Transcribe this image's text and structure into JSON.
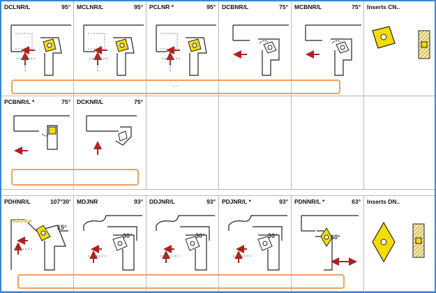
{
  "row1": [
    {
      "code": "DCLNR/L",
      "angle": "95°",
      "kind": "clamp-rhombic",
      "arrow": "left-up"
    },
    {
      "code": "MCLNR/L",
      "angle": "95°",
      "kind": "clamp-rhombic",
      "arrow": "left-up"
    },
    {
      "code": "PCLNR *",
      "angle": "95°",
      "kind": "clamp-rhombic",
      "arrow": "left-up"
    },
    {
      "code": "DCBNR/L",
      "angle": "75°",
      "kind": "clamp-75",
      "arrow": "left"
    },
    {
      "code": "MCBNR/L",
      "angle": "75°",
      "kind": "clamp-75",
      "arrow": "left"
    }
  ],
  "inserts_cn": {
    "label": "Inserts CN.."
  },
  "row1_box_text": "- -",
  "row2": [
    {
      "code": "PCBNR/L *",
      "angle": "75°",
      "kind": "boring-75",
      "arrow": "left"
    },
    {
      "code": "DCKNR/L",
      "angle": "75°",
      "kind": "boring-75k",
      "arrow": "up"
    }
  ],
  "row3": [
    {
      "code": "PDHNR/L",
      "angle": "107°30'",
      "kind": "profile-107",
      "arrow": "left-up",
      "note": "15°"
    },
    {
      "code": "MDJNR",
      "angle": "93°",
      "kind": "profile-93",
      "arrow": "left-up",
      "note": "30°"
    },
    {
      "code": "DDJNR/L",
      "angle": "93°",
      "kind": "profile-93",
      "arrow": "left-up",
      "note": "30°"
    },
    {
      "code": "PDJNR/L *",
      "angle": "93°",
      "kind": "profile-93",
      "arrow": "left-up",
      "note": "30°"
    },
    {
      "code": "PDNNR/L *",
      "angle": "63°",
      "kind": "profile-63",
      "arrow": "lr",
      "note": "60°"
    }
  ],
  "inserts_dn": {
    "label": "Inserts DN.."
  },
  "colors": {
    "insert": "#f5dc00",
    "frame": "#3a86d8",
    "highlight": "#f0a060",
    "arrow": "#b02020"
  }
}
